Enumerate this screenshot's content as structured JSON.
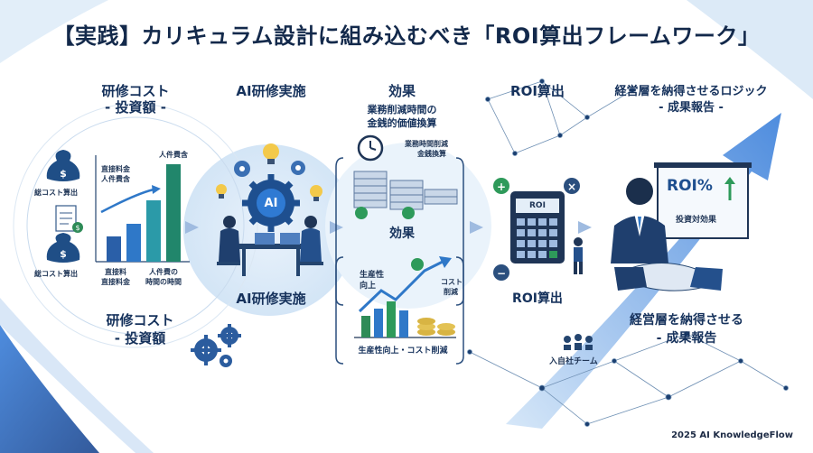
{
  "title": "【実践】カリキュラム設計に組み込むべき「ROI算出フレームワーク」",
  "col1": {
    "head_line1": "研修コスト",
    "head_line2": "- 投資額 -",
    "label_total_cost_top": "総コスト算出",
    "label_total_cost_bottom": "総コスト算出",
    "label_direct_personnel": "直接料金\n人件費含",
    "label_personnel": "人件費含",
    "label_bar_a": "直接料\n直接料金",
    "label_bar_b": "人件費の\n時間の時間",
    "foot_line1": "研修コスト",
    "foot_line2": "- 投資額"
  },
  "col2": {
    "head": "AI研修実施",
    "ai_label": "AI",
    "foot": "AI研修実施"
  },
  "col3": {
    "head": "効果",
    "sub_line1": "業務削減時間の",
    "sub_line2": "金銭的価値換算",
    "clock_note_line1": "業務時間削減",
    "clock_note_line2": "金銭換算",
    "mid": "効果",
    "productivity_line1": "生産性",
    "productivity_line2": "向上",
    "cost_line1": "コスト",
    "cost_line2": "削減",
    "foot": "生産性向上・コスト削減"
  },
  "col4": {
    "head": "ROI算出",
    "calc_label": "ROI",
    "foot": "ROI算出",
    "plus": "+",
    "times": "×",
    "minus": "−"
  },
  "col5": {
    "head_line1": "経営層を納得させるロジック",
    "head_line2": "- 成果報告 -",
    "board_big": "ROI%",
    "board_small": "投資対効果",
    "foot_line1": "経営層を納得させる",
    "foot_line2": "- 成果報告",
    "team_label": "入自社チーム"
  },
  "footer": "2025 AI KnowledgeFlow",
  "colors": {
    "navy": "#16325c",
    "blue": "#2f6fd0",
    "light_blue": "#dcebf8",
    "green": "#2e9a5a",
    "teal": "#2aa7a0"
  }
}
